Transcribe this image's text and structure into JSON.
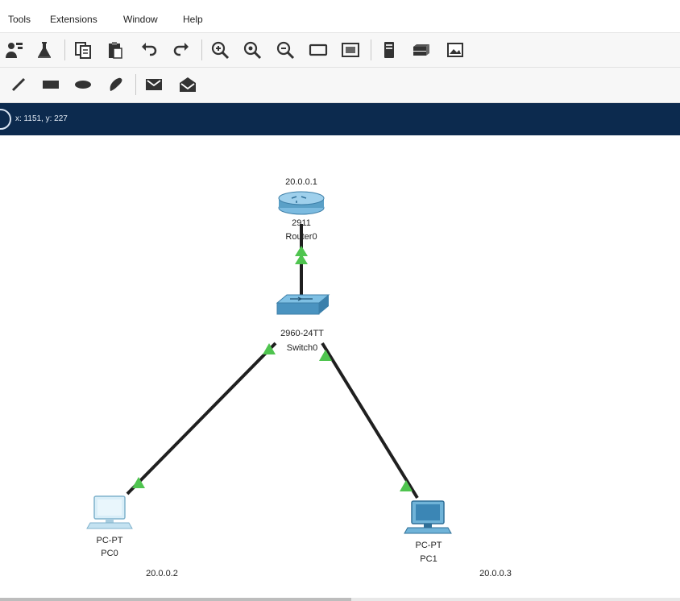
{
  "menu": {
    "items": [
      "Tools",
      "Extensions",
      "Window",
      "Help"
    ]
  },
  "toolbar1": {
    "icons": [
      "users-icon",
      "lab-flask-icon",
      "copy-icon",
      "paste-icon",
      "undo-icon",
      "redo-icon",
      "zoom-in-icon",
      "zoom-reset-icon",
      "zoom-out-icon",
      "rectangle-view-icon",
      "palette-view-icon",
      "device-icon",
      "custom-devices-icon",
      "screenshot-icon"
    ]
  },
  "toolbar2": {
    "icons": [
      "line-tool-icon",
      "rectangle-tool-icon",
      "ellipse-tool-icon",
      "freeform-pencil-icon",
      "simple-pdu-icon",
      "complex-pdu-icon"
    ]
  },
  "status": {
    "coords": "x: 1151, y: 227"
  },
  "topology": {
    "router": {
      "ip": "20.0.0.1",
      "model": "2911",
      "name": "Router0"
    },
    "switch": {
      "model": "2960-24TT",
      "name": "Switch0"
    },
    "pc0": {
      "model": "PC-PT",
      "name": "PC0",
      "ip": "20.0.0.2"
    },
    "pc1": {
      "model": "PC-PT",
      "name": "PC1",
      "ip": "20.0.0.3"
    },
    "link_color": "#1f1f1f",
    "link_status_color": "#4fc44f"
  },
  "colors": {
    "statusbar": "#0c2a4e",
    "router": "#5aa0c7",
    "switch": "#4a93c0"
  }
}
